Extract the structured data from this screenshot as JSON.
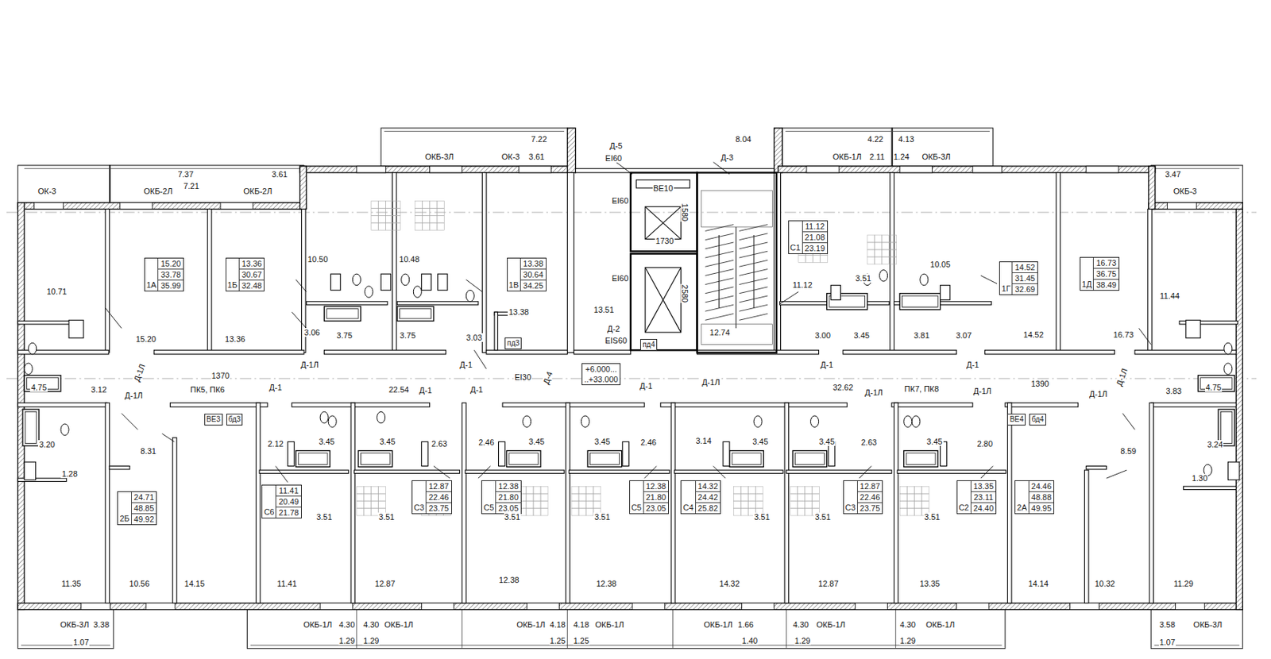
{
  "diagram": {
    "nodes": [
      {
        "text": [
          "1А",
          "15.20",
          "33.78",
          "35.99"
        ]
      },
      {
        "text": [
          "1Б",
          "13.36",
          "30.67",
          "32.48"
        ]
      },
      {
        "text": [
          "1В",
          "13.38",
          "30.64",
          "34.25"
        ]
      },
      {
        "text": [
          "С1",
          "11.12",
          "21.08",
          "23.19"
        ]
      },
      {
        "text": [
          "1Г",
          "14.52",
          "31.45",
          "32.69"
        ]
      },
      {
        "text": [
          "1Д",
          "16.73",
          "36.75",
          "38.49"
        ]
      },
      {
        "text": [
          "пд3"
        ]
      },
      {
        "text": [
          "пд4"
        ]
      },
      {
        "text": [
          "+6.000...",
          "..+33.000"
        ]
      },
      {
        "text": [
          "ВЕ3"
        ]
      },
      {
        "text": [
          "бд3"
        ]
      },
      {
        "text": [
          "ВЕ4"
        ]
      },
      {
        "text": [
          "бд4"
        ]
      },
      {
        "text": [
          "2Б",
          "24.71",
          "48.85",
          "49.92"
        ]
      },
      {
        "text": [
          "С6",
          "11.41",
          "20.49",
          "21.78"
        ]
      },
      {
        "text": [
          "С3",
          "12.87",
          "22.46",
          "23.75"
        ]
      },
      {
        "text": [
          "С5",
          "12.38",
          "21.80",
          "23.05"
        ]
      },
      {
        "text": [
          "С5",
          "12.38",
          "21.80",
          "23.05"
        ]
      },
      {
        "text": [
          "С4",
          "14.32",
          "24.42",
          "25.82"
        ]
      },
      {
        "text": [
          "С3",
          "12.87",
          "22.46",
          "23.75"
        ]
      },
      {
        "text": [
          "С2",
          "13.35",
          "23.11",
          "24.40"
        ]
      },
      {
        "text": [
          "2А",
          "24.46",
          "48.88",
          "49.95"
        ]
      }
    ],
    "labels": [
      "7.22",
      "ОКБ-3Л",
      "ОК-3",
      "3.61",
      "Д-5",
      "ЕI60",
      "8.04",
      "Д-3",
      "4.22",
      "4.13",
      "ОКБ-1Л",
      "2.11",
      "1.24",
      "ОКБ-3Л",
      "7.37",
      "3.61",
      "7.21",
      "ОК-3",
      "ОКБ-2Л",
      "ОКБ-2Л",
      "3.47",
      "ОКБ-3",
      "ВЕ10",
      "ЕI60",
      "1580",
      "1730",
      "ЕI60",
      "2580",
      "10.71",
      "15.20",
      "13.36",
      "10.50",
      "10.48",
      "3.06",
      "3.75",
      "3.75",
      "3.03",
      "13.38",
      "13.51",
      "12.74",
      "11.12",
      "3.51",
      "10.05",
      "3.00",
      "3.45",
      "3.81",
      "3.07",
      "14.52",
      "16.73",
      "11.44",
      "Д-2",
      "ЕIS60",
      "Д-1",
      "Д-1Л",
      "Д-1Л",
      "Д-1Л",
      "4.75",
      "3.12",
      "1370",
      "ПК5, ПК6",
      "Д-1",
      "22.54",
      "Д-1",
      "Д-1",
      "ЕI30",
      "Д-4",
      "Д-1",
      "Д-1Л",
      "Д-1",
      "32.62",
      "Д-1Л",
      "ПК7, ПК8",
      "Д-1",
      "Д-1Л",
      "1390",
      "Д-1Л",
      "Д-1Л",
      "3.83",
      "4.75",
      "3.20",
      "1.28",
      "8.31",
      "2.12",
      "3.45",
      "3.45",
      "2.63",
      "2.46",
      "3.45",
      "3.45",
      "2.46",
      "3.14",
      "3.45",
      "3.45",
      "2.63",
      "3.45",
      "2.80",
      "8.59",
      "3.24",
      "1.30",
      "3.51",
      "3.51",
      "3.51",
      "3.51",
      "3.51",
      "3.51",
      "3.51",
      "11.35",
      "10.56",
      "14.15",
      "11.41",
      "12.87",
      "12.38",
      "12.38",
      "14.32",
      "12.87",
      "13.35",
      "14.14",
      "10.32",
      "11.29",
      "ОКБ-3Л",
      "3.38",
      "1.07",
      "ОКБ-1Л",
      "4.30",
      "4.30",
      "ОКБ-1Л",
      "1.29",
      "1.29",
      "ОКБ-1Л",
      "4.18",
      "4.18",
      "ОКБ-1Л",
      "1.25",
      "1.25",
      "ОКБ-1Л",
      "1.66",
      "4.30",
      "ОКБ-1Л",
      "1.40",
      "1.29",
      "4.30",
      "ОКБ-1Л",
      "1.29",
      "3.58",
      "ОКБ-3Л",
      "1.07"
    ]
  }
}
